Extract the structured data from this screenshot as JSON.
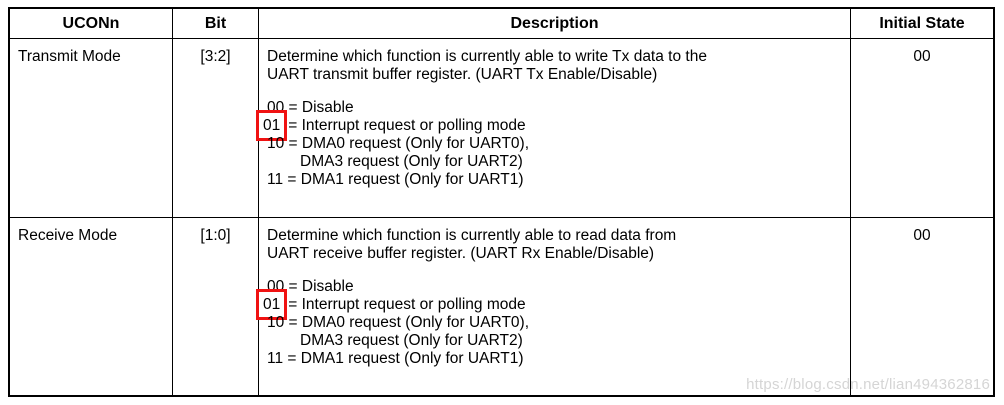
{
  "colors": {
    "border": "#000000",
    "highlight_red": "#f01212",
    "watermark_gray": "#d5d5d5"
  },
  "watermark": "https://blog.csdn.net/lian494362816",
  "table": {
    "headers": [
      "UCONn",
      "Bit",
      "Description",
      "Initial State"
    ],
    "rows": [
      {
        "name": "Transmit Mode",
        "bit": "[3:2]",
        "initial_state": "00",
        "description_lines": [
          "Determine which function is currently able to write Tx data to the",
          "UART transmit buffer register. (UART Tx Enable/Disable)"
        ],
        "options": [
          {
            "text": "00 = Disable"
          },
          {
            "code": "01",
            "rest": "= Interrupt request or polling mode",
            "highlighted": true
          },
          {
            "text": "10 = DMA0 request (Only for UART0),"
          },
          {
            "text": "DMA3 request (Only for UART2)",
            "indent": true
          },
          {
            "text": "11 = DMA1 request (Only for UART1)"
          }
        ]
      },
      {
        "name": "Receive Mode",
        "bit": "[1:0]",
        "initial_state": "00",
        "description_lines": [
          "Determine which function is currently able to read data from",
          "UART receive buffer register. (UART Rx Enable/Disable)"
        ],
        "options": [
          {
            "text": "00 = Disable"
          },
          {
            "code": "01",
            "rest": "= Interrupt request or polling mode",
            "highlighted": true
          },
          {
            "text": "10 = DMA0 request (Only for UART0),"
          },
          {
            "text": "DMA3 request (Only for UART2)",
            "indent": true
          },
          {
            "text": "11 = DMA1 request (Only for UART1)"
          }
        ]
      }
    ]
  }
}
